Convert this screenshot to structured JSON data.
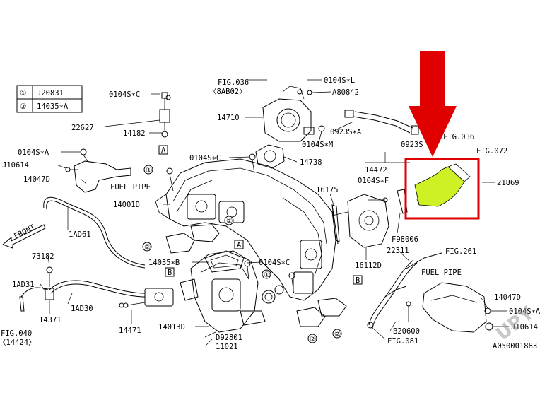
{
  "diagram": {
    "legend": [
      {
        "num": "①",
        "code": "J20831"
      },
      {
        "num": "②",
        "code": "14035∗A"
      }
    ],
    "labels": {
      "l_0104s_c_top": "0104S∗C",
      "l_22627": "22627",
      "l_14182": "14182",
      "l_box_a1": "A",
      "l_0104s_a_left": "0104S∗A",
      "l_j10614_left": "J10614",
      "l_14047d_left": "14047D",
      "l_fuel_pipe_left": "FUEL PIPE",
      "l_fig036_top": "FIG.036",
      "l_8ab02": "〈8AB02〉",
      "l_0104s_l": "0104S∗L",
      "l_a80842": "A80842",
      "l_14710": "14710",
      "l_0923s_a_1": "0923S∗A",
      "l_0104s_m": "0104S∗M",
      "l_14738": "14738",
      "l_0104s_c_mid": "0104S∗C",
      "l_circle1_a": "①",
      "l_14001d": "14001D",
      "l_14472": "14472",
      "l_0104s_f": "0104S∗F",
      "l_16175": "16175",
      "l_0923s_a_2": "0923S",
      "l_fig036_right": "FIG.036",
      "l_fig072": "FIG.072",
      "l_21869": "21869",
      "l_1ad61": "1AD61",
      "l_front": "FRONT",
      "l_circle2_a": "②",
      "l_circle2_b": "②",
      "l_73182": "73182",
      "l_14035_b": "14035∗B",
      "l_box_b1": "B",
      "l_box_a2": "A",
      "l_0104s_c_low": "0104S∗C",
      "l_circle1_b": "①",
      "l_1ad31": "1AD31",
      "l_1ad30": "1AD30",
      "l_14371": "14371",
      "l_14471": "14471",
      "l_14013d": "14013D",
      "l_d92801": "D92801",
      "l_11021": "11021",
      "l_fig040": "FIG.040",
      "l_14424": "〈14424〉",
      "l_circle2_c": "②",
      "l_circle2_d": "②",
      "l_f98006": "F98006",
      "l_22311": "22311",
      "l_16112d": "16112D",
      "l_fig261": "FIG.261",
      "l_fuel_pipe_right": "FUEL PIPE",
      "l_box_b2": "B",
      "l_14047d_right": "14047D",
      "l_0104s_a_right": "0104S∗A",
      "l_j10614_right": "J10614",
      "l_b20600": "B20600",
      "l_fig081": "FIG.081",
      "l_a050001883": "A050001883"
    },
    "highlight_color": "#e00000",
    "part_fill_color": "#ccf225",
    "watermark_text": "UPY"
  }
}
